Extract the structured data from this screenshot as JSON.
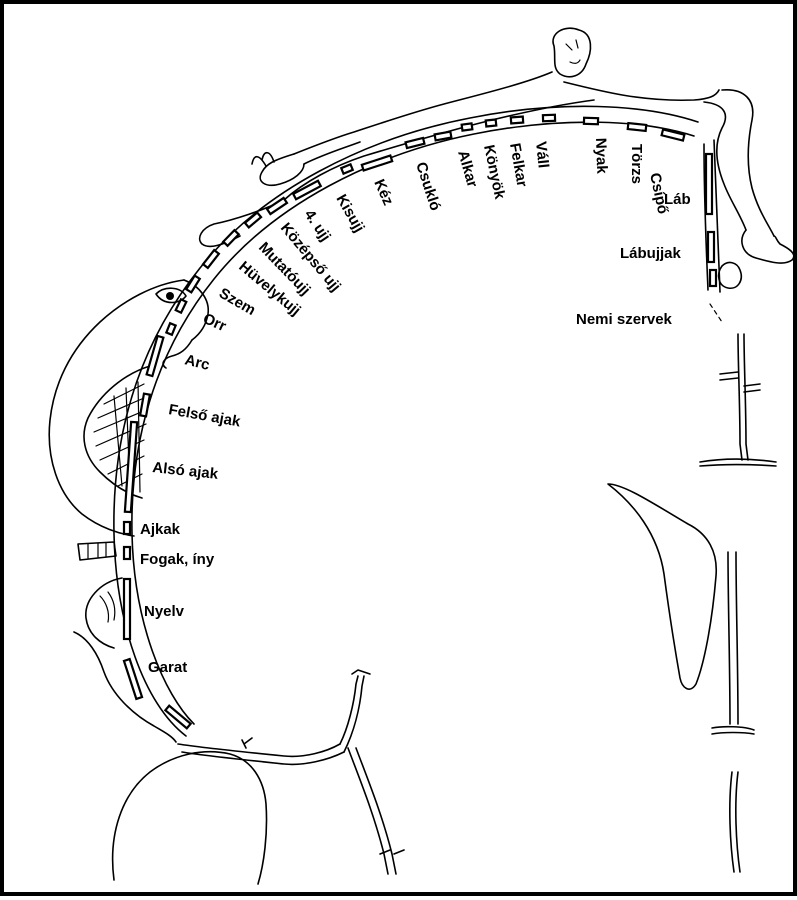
{
  "labels": {
    "lab": "Láb",
    "csipo": "Csípő",
    "torzs": "Törzs",
    "nyak": "Nyak",
    "vall": "Váll",
    "felkar": "Felkar",
    "konyok": "Könyök",
    "alkar": "Alkar",
    "csuklo": "Csukló",
    "kez": "Kéz",
    "kisujj": "Kisujj",
    "negyedik_ujj": "4. ujj",
    "kozepso_ujj": "Középső ujj",
    "mutatoujj": "Mutatóujj",
    "huvelykujj": "Hüvelykujj",
    "szem": "Szem",
    "orr": "Orr",
    "arc": "Arc",
    "felso_ajak": "Felső ajak",
    "also_ajak": "Alsó ajak",
    "ajkak": "Ajkak",
    "fogak_iny": "Fogak, íny",
    "nyelv": "Nyelv",
    "garat": "Garat",
    "labujjak": "Lábujjak",
    "nemi_szervek": "Nemi szervek"
  },
  "colors": {
    "ink": "#000000",
    "paper": "#ffffff"
  }
}
